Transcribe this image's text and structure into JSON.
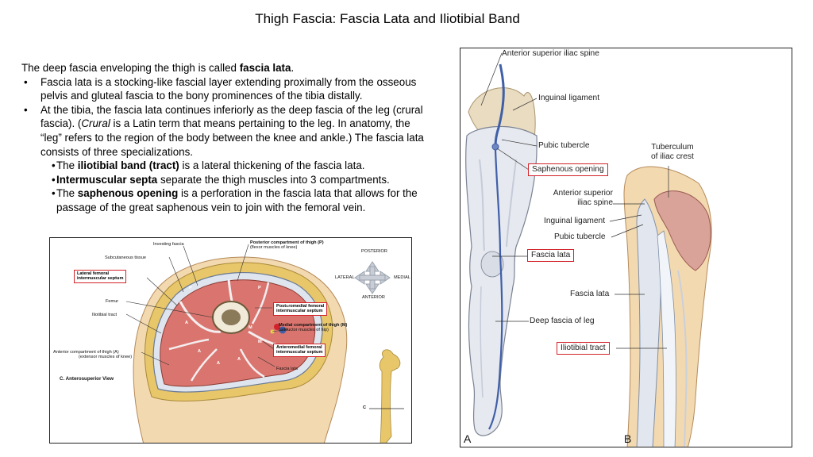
{
  "slide": {
    "title": "Thigh Fascia: Fascia Lata and Iliotibial Band"
  },
  "text": {
    "intro_pre": "The deep fascia enveloping the thigh is called ",
    "intro_bold": "fascia lata",
    "intro_post": ".",
    "bullet1": "Fascia lata is a stocking-like fascial layer extending proximally from the osseous pelvis and gluteal fascia to the bony prominences of the tibia distally.",
    "bullet2_a": "At the tibia, the fascia lata continues inferiorly as the deep fascia of the leg (crural fascia). (",
    "bullet2_italic": "Crural",
    "bullet2_b": " is a Latin term that means pertaining to the leg. In anatomy, the “leg” refers to the region of the body between the knee and ankle.) The fascia lata consists of three specializations.",
    "sub1_pre": "The ",
    "sub1_bold": "iliotibial band (tract)",
    "sub1_post": " is a lateral thickening of the fascia lata.",
    "sub2_bold": "Intermuscular septa",
    "sub2_post": " separate the thigh muscles into 3 compartments.",
    "sub3_pre": "The ",
    "sub3_bold": "saphenous opening",
    "sub3_post": " is a perforation in the fascia lata that allows for the passage of the great saphenous vein to join with the femoral vein."
  },
  "figure_c": {
    "investing_fascia": "Investing fascia",
    "subcutaneous_tissue": "Subcutaneous tissue",
    "lateral_septum_1": "Lateral femoral",
    "lateral_septum_2": "intermuscular septum",
    "femur": "Femur",
    "iliotibial_tract": "Iliotibial tract",
    "anterior_compartment_1": "Anterior compartment of thigh (A)",
    "anterior_compartment_2": "(extensor muscles of knee)",
    "view_caption": "C. Anterosuperior View",
    "posterior_compartment_1": "Posterior compartment of thigh (P)",
    "posterior_compartment_2": "(flexor muscles of knee)",
    "posteromedial_septum_1": "Posteromedial femoral",
    "posteromedial_septum_2": "intermuscular septum",
    "medial_compartment_1": "Medial compartment of thigh (M)",
    "medial_compartment_2": "(adductor muscles of hip)",
    "anteromedial_septum_1": "Anteromedial femoral",
    "anteromedial_septum_2": "intermuscular septum",
    "fascia_lata": "Fascia lata",
    "compass_posterior": "POSTERIOR",
    "compass_anterior": "ANTERIOR",
    "compass_lateral": "LATERAL",
    "compass_medial": "MEDIAL",
    "section_marker": "C",
    "muscle_letters": [
      "P",
      "P",
      "P",
      "A",
      "A",
      "A",
      "A",
      "M",
      "M"
    ]
  },
  "figure_ab": {
    "asis": "Anterior superior iliac spine",
    "inguinal_ligament": "Inguinal ligament",
    "pubic_tubercle": "Pubic tubercle",
    "saphenous_opening": "Saphenous opening",
    "fascia_lata_a": "Fascia lata",
    "deep_fascia_leg": "Deep fascia of leg",
    "tuberculum_1": "Tuberculum",
    "tuberculum_2": "of iliac crest",
    "asis_b_1": "Anterior superior",
    "asis_b_2": "iliac spine",
    "inguinal_ligament_b": "Inguinal ligament",
    "pubic_tubercle_b": "Pubic tubercle",
    "fascia_lata_b": "Fascia lata",
    "iliotibial_tract": "Iliotibial tract",
    "panel_a": "A",
    "panel_b": "B"
  },
  "colors": {
    "highlight_box": "#d2232a",
    "muscle": "#d9756e",
    "fat": "#e8c66a",
    "skin": "#f3d9b0",
    "vein": "#3f5fa8",
    "fascia": "#c9d4e6"
  }
}
